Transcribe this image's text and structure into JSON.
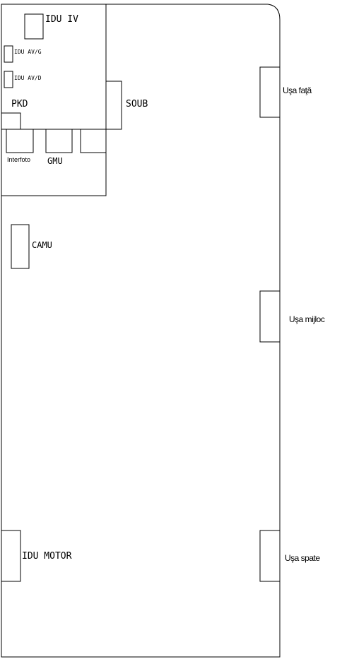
{
  "components": {
    "idu_iv": "IDU IV",
    "idu_av_g": "IDU AV/G",
    "idu_av_d": "IDU AV/D",
    "pkd": "PKD",
    "soub": "SOUB",
    "interfoto": "Interfoto",
    "gmu": "GMU",
    "camu": "CAMU",
    "idu_motor": "IDU MOTOR"
  },
  "doors": {
    "front": "Uşa faţă",
    "middle": "Uşa mijloc",
    "rear": "Uşa spate"
  }
}
